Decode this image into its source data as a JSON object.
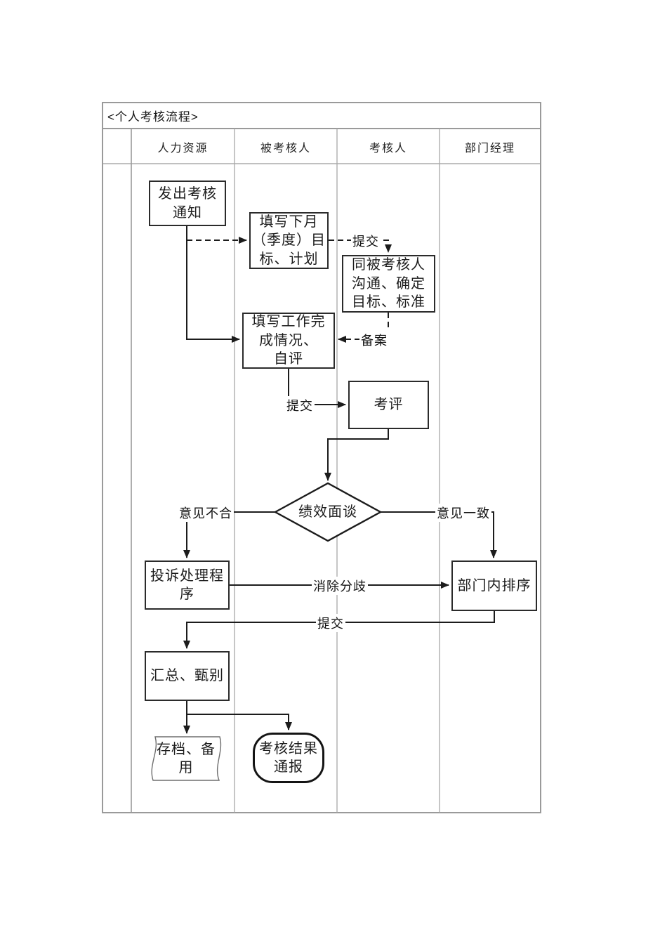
{
  "title": "<个人考核流程>",
  "lanes": [
    {
      "label": "人力资源"
    },
    {
      "label": "被考核人"
    },
    {
      "label": "考核人"
    },
    {
      "label": "部门经理"
    }
  ],
  "nodes": {
    "issue_notice": {
      "label": "发出考核\n通知"
    },
    "fill_goals": {
      "label": "填写下月\n（季度）目\n标、计划"
    },
    "confirm_goals": {
      "label": "同被考核人\n沟通、确定\n目标、标准"
    },
    "self_review": {
      "label": "填写工作完\n成情况、\n自评"
    },
    "appraise": {
      "label": "考评"
    },
    "interview": {
      "label": "绩效面谈"
    },
    "complaint": {
      "label": "投诉处理程\n序"
    },
    "dept_ranking": {
      "label": "部门内排序"
    },
    "summarize": {
      "label": "汇总、甄别"
    },
    "archive": {
      "label": "存档、备\n用"
    },
    "announce": {
      "label": "考核结果\n通报"
    }
  },
  "edge_labels": {
    "submit_goals": "提交",
    "record": "备案",
    "submit_review": "提交",
    "disagree": "意见不合",
    "agree": "意见一致",
    "resolve": "消除分歧",
    "submit_rank": "提交"
  },
  "colors": {
    "line": "#1c1c1c",
    "grid": "#9a9a9a",
    "border": "#2b2b2b",
    "background": "#ffffff"
  }
}
